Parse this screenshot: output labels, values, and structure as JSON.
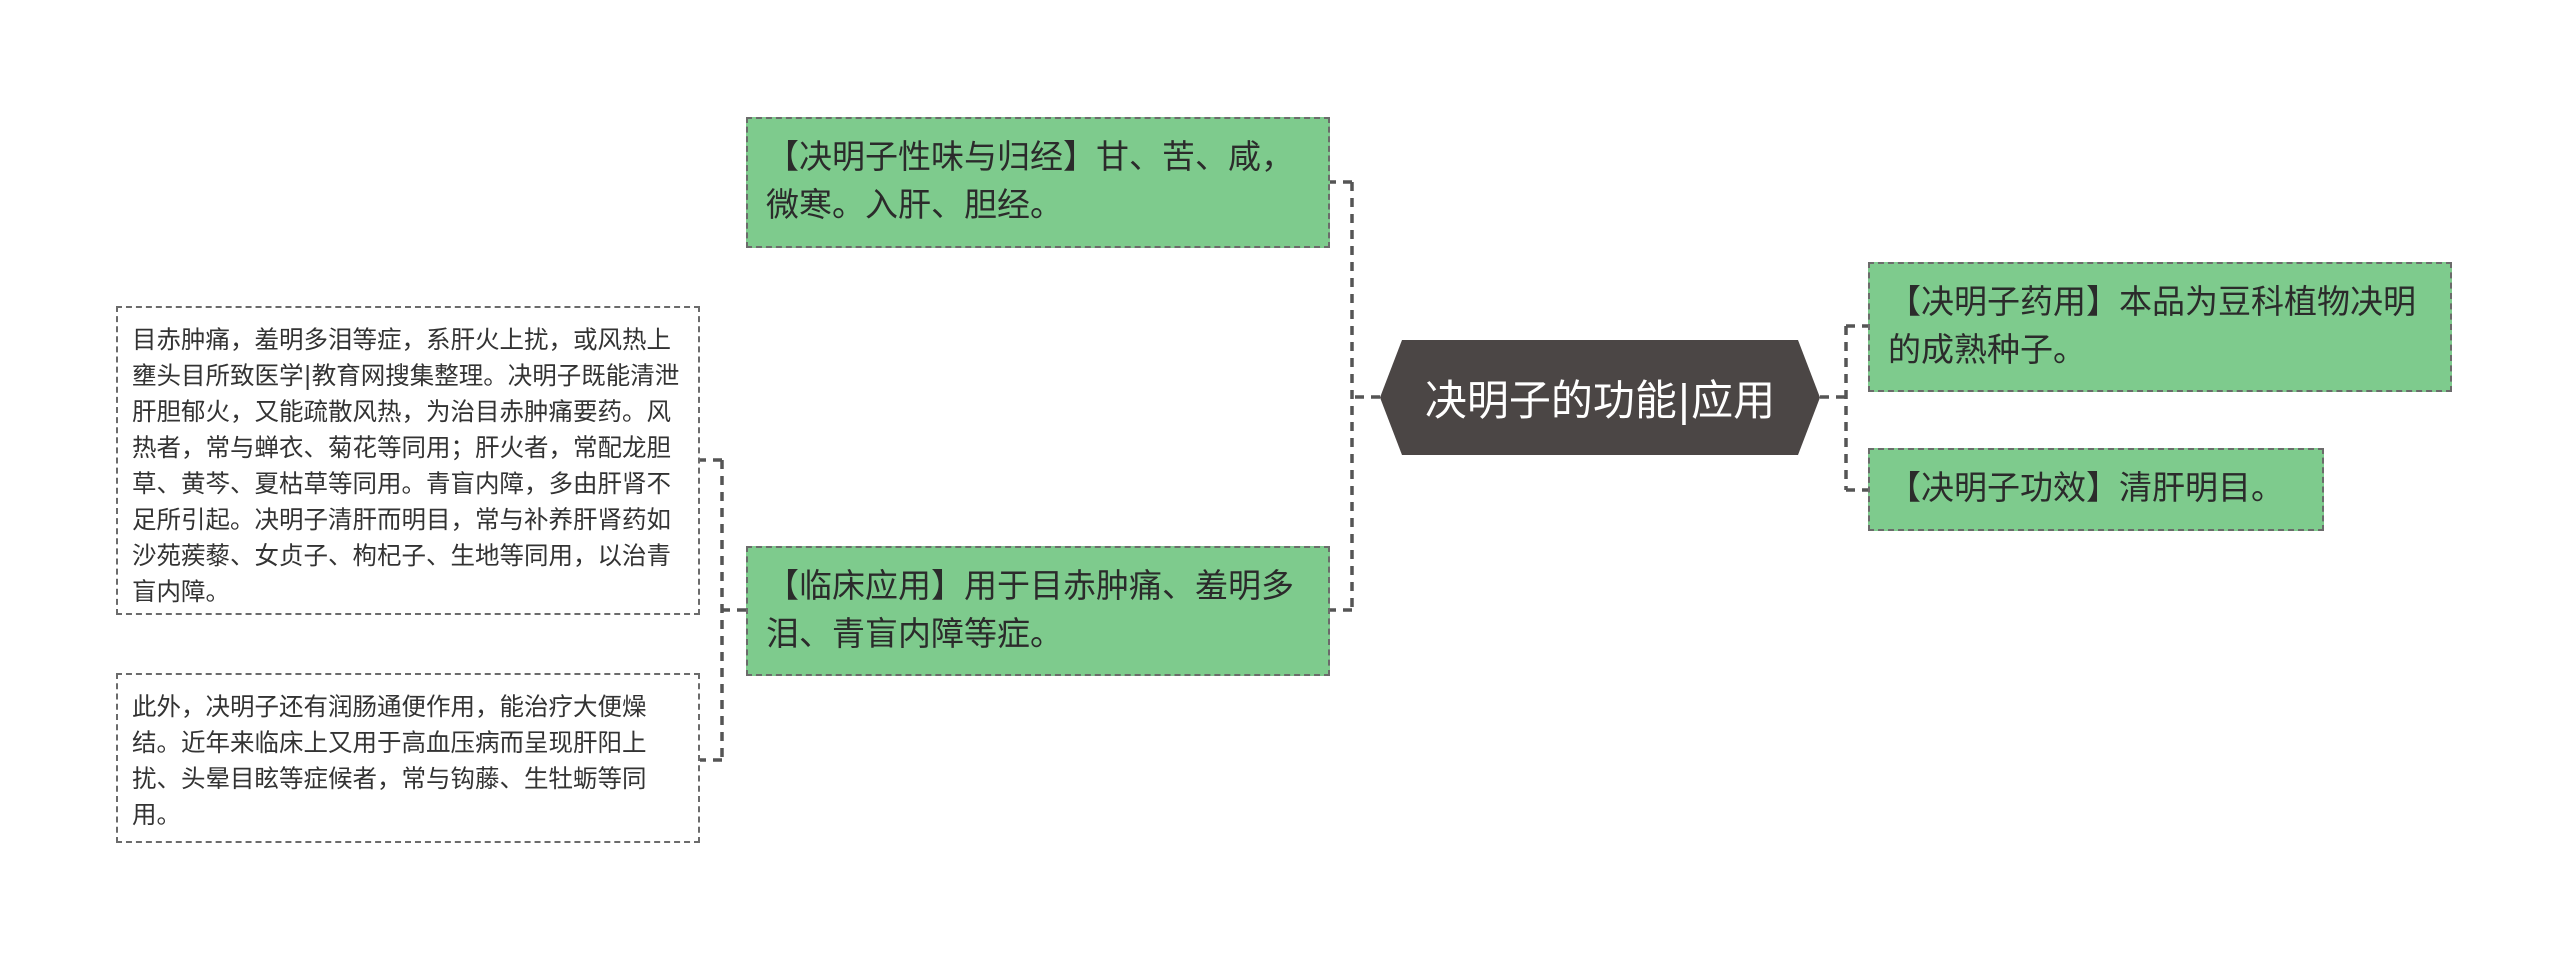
{
  "center": {
    "label": "决明子的功能|应用",
    "fill_color": "#4b4645"
  },
  "node_color": "#7ecb8d",
  "left_nodes": {
    "nature": "【决明子性味与归经】甘、苦、咸，微寒。入肝、胆经。",
    "clinical": "【临床应用】用于目赤肿痛、羞明多泪、青盲内障等症。"
  },
  "right_nodes": {
    "medicinal": "【决明子药用】本品为豆科植物决明的成熟种子。",
    "efficacy": "【决明子功效】清肝明目。"
  },
  "clinical_details": {
    "detail_1": "目赤肿痛，羞明多泪等症，系肝火上扰，或风热上壅头目所致医学|教育网搜集整理。决明子既能清泄肝胆郁火，又能疏散风热，为治目赤肿痛要药。风热者，常与蝉衣、菊花等同用；肝火者，常配龙胆草、黄芩、夏枯草等同用。青盲内障，多由肝肾不足所引起。决明子清肝而明目，常与补养肝肾药如沙苑蒺藜、女贞子、枸杞子、生地等同用，以治青盲内障。",
    "detail_2": "此外，决明子还有润肠通便作用，能治疗大便燥结。近年来临床上又用于高血压病而呈现肝阳上扰、头晕目眩等症候者，常与钩藤、生牡蛎等同用。"
  }
}
